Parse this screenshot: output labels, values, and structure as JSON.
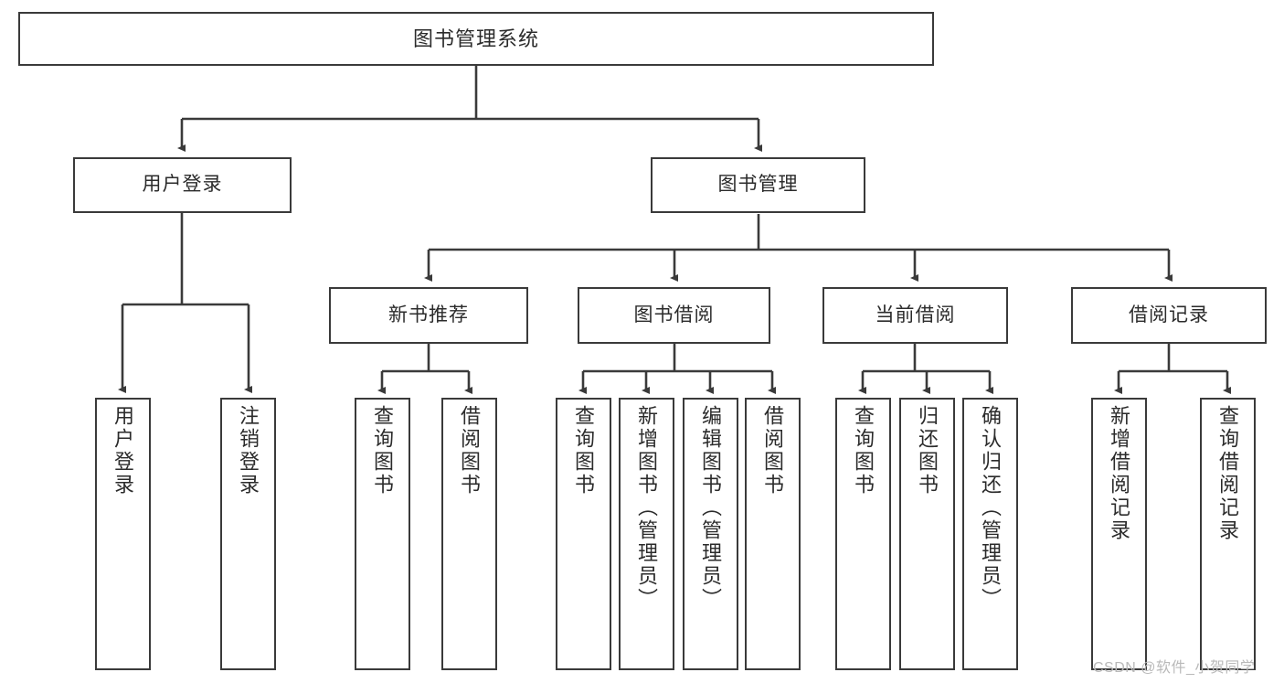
{
  "diagram": {
    "type": "hierarchy-tree",
    "title": "图书管理系统",
    "root": {
      "label": "图书管理系统"
    },
    "level1": [
      {
        "label": "用户登录"
      },
      {
        "label": "图书管理"
      }
    ],
    "level2": [
      {
        "label": "新书推荐",
        "parent": "图书管理"
      },
      {
        "label": "图书借阅",
        "parent": "图书管理"
      },
      {
        "label": "当前借阅",
        "parent": "图书管理"
      },
      {
        "label": "借阅记录",
        "parent": "图书管理"
      }
    ],
    "leaves": [
      {
        "label": "用户登录",
        "parent": "用户登录"
      },
      {
        "label": "注销登录",
        "parent": "用户登录"
      },
      {
        "label": "查询图书",
        "parent": "新书推荐"
      },
      {
        "label": "借阅图书",
        "parent": "新书推荐"
      },
      {
        "label": "查询图书",
        "parent": "图书借阅"
      },
      {
        "label": "新增图书（管理员）",
        "parent": "图书借阅"
      },
      {
        "label": "编辑图书（管理员）",
        "parent": "图书借阅"
      },
      {
        "label": "借阅图书",
        "parent": "图书借阅"
      },
      {
        "label": "查询图书",
        "parent": "当前借阅"
      },
      {
        "label": "归还图书",
        "parent": "当前借阅"
      },
      {
        "label": "确认归还（管理员）",
        "parent": "当前借阅"
      },
      {
        "label": "新增借阅记录",
        "parent": "借阅记录"
      },
      {
        "label": "查询借阅记录",
        "parent": "借阅记录"
      }
    ],
    "colors": {
      "stroke": "#3a3a3a",
      "fill": "#ffffff",
      "text": "#2b2b2b",
      "watermark": "#b9b9b9"
    }
  },
  "watermark": {
    "text": "CSDN @软件_小贺同学"
  }
}
